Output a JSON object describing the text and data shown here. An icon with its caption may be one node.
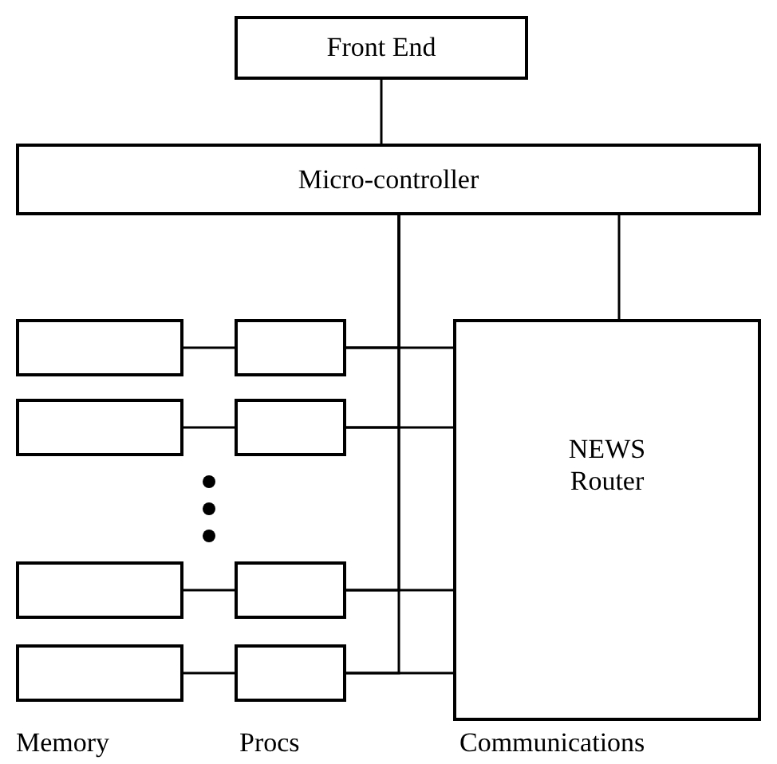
{
  "diagram": {
    "nodes": [
      {
        "text": [
          "Front End"
        ]
      },
      {
        "text": [
          "Micro-controller"
        ]
      },
      {
        "text": [
          "NEWS Router"
        ]
      },
      {
        "text": [],
        "shape": "box"
      },
      {
        "text": [],
        "shape": "box"
      },
      {
        "text": [],
        "shape": "box"
      },
      {
        "text": [],
        "shape": "box"
      },
      {
        "text": [],
        "shape": "box"
      },
      {
        "text": [],
        "shape": "box"
      },
      {
        "text": [],
        "shape": "box"
      },
      {
        "text": [],
        "shape": "box"
      }
    ],
    "edges": [
      {
        "from": 0,
        "to": 1,
        "arrow": "none"
      },
      {
        "from": 1,
        "to": 2,
        "arrow": "none"
      },
      {
        "from": 3,
        "to": 4,
        "arrow": "none"
      },
      {
        "from": 1,
        "to": 4,
        "arrow": "none"
      },
      {
        "from": 4,
        "to": 2,
        "arrow": "none"
      },
      {
        "from": 5,
        "to": 6,
        "arrow": "none"
      },
      {
        "from": 1,
        "to": 6,
        "arrow": "none"
      },
      {
        "from": 6,
        "to": 2,
        "arrow": "none"
      },
      {
        "from": 7,
        "to": 8,
        "arrow": "none"
      },
      {
        "from": 1,
        "to": 8,
        "arrow": "none"
      },
      {
        "from": 8,
        "to": 2,
        "arrow": "none"
      },
      {
        "from": 9,
        "to": 10,
        "arrow": "none"
      },
      {
        "from": 1,
        "to": 10,
        "arrow": "none"
      },
      {
        "from": 10,
        "to": 2,
        "arrow": "none"
      }
    ],
    "labels": [
      "Memory",
      "Procs",
      "Communications"
    ]
  }
}
